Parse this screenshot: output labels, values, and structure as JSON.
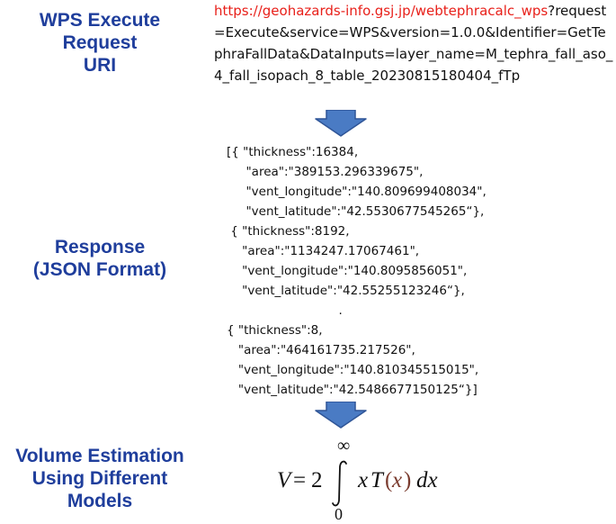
{
  "labels": {
    "request": [
      "WPS Execute",
      "Request",
      "URI"
    ],
    "response": [
      "Response",
      "(JSON Format)"
    ],
    "volume": [
      "Volume Estimation",
      "Using Different",
      "Models"
    ]
  },
  "uri": {
    "link_text": "https://geohazards-info.gsj.jp/webtephracalc_wps",
    "query_text": "?request=Execute&service=WPS&version=1.0.0&Identifier=GetTephraFallData&DataInputs=layer_name=M_tephra_fall_aso_4_fall_isopach_8_table_20230815180404_fTp"
  },
  "json_lines": [
    "[{ \"thickness\":16384,",
    "     \"area\":\"389153.296339675\",",
    "     \"vent_longitude\":\"140.809699408034\",",
    "     \"vent_latitude\":\"42.5530677545265“},",
    " { \"thickness\":8192,",
    "    \"area\":\"1134247.17067461\",",
    "    \"vent_longitude\":\"140.8095856051\",",
    "    \"vent_latitude\":\"42.55255123246“},",
    "                             .",
    "{ \"thickness\":8,",
    "   \"area\":\"464161735.217526\",",
    "   \"vent_longitude\":\"140.810345515015\",",
    "   \"vent_latitude\":\"42.5486677150125“}]"
  ],
  "formula": {
    "lhs": "V",
    "equals": "=",
    "coef": "2",
    "upper": "∞",
    "lower": "0",
    "integrand_x": "x",
    "integrand_T": "T",
    "paren_open": "(",
    "arg": "x",
    "paren_close": ")",
    "dx": "dx"
  },
  "colors": {
    "label": "#1f3e9c",
    "link": "#e8201a",
    "arrow_fill": "#4a7bc4",
    "arrow_stroke": "#2f5597"
  }
}
